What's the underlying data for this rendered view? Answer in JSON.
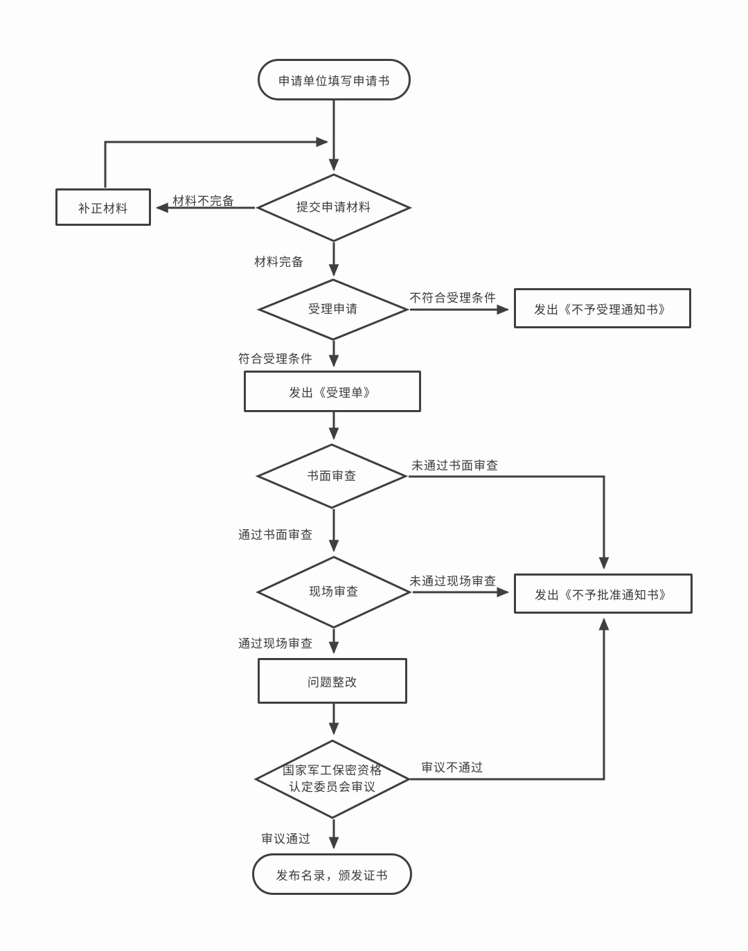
{
  "diagram": {
    "type": "flowchart",
    "colors": {
      "stroke": "#3f3f3f",
      "text": "#3a3a3a",
      "background": "#fdfdfd"
    },
    "nodes": {
      "start": {
        "type": "terminator",
        "label": "申请单位填写申请书"
      },
      "supplement": {
        "type": "process",
        "label": "补正材料"
      },
      "submit": {
        "type": "decision",
        "label": "提交申请材料"
      },
      "accept": {
        "type": "decision",
        "label": "受理申请"
      },
      "notice_no_accept": {
        "type": "process",
        "label": "发出《不予受理通知书》"
      },
      "issue_accept_form": {
        "type": "process",
        "label": "发出《受理单》"
      },
      "written_review": {
        "type": "decision",
        "label": "书面审查"
      },
      "onsite_review": {
        "type": "decision",
        "label": "现场审查"
      },
      "notice_no_approve": {
        "type": "process",
        "label": "发出《不予批准通知书》"
      },
      "rectify": {
        "type": "process",
        "label": "问题整改"
      },
      "committee": {
        "type": "decision",
        "label": "国家军工保密资格认定委员会审议",
        "label_lines": [
          "国家军工保密资格",
          "认定委员会审议"
        ]
      },
      "end": {
        "type": "terminator",
        "label": "发布名录，颁发证书"
      }
    },
    "edge_labels": {
      "materials_incomplete": "材料不完备",
      "materials_complete": "材料完备",
      "not_meet_conditions": "不符合受理条件",
      "meet_conditions": "符合受理条件",
      "fail_written_review": "未通过书面审查",
      "pass_written_review": "通过书面审查",
      "fail_onsite_review": "未通过现场审查",
      "pass_onsite_review": "通过现场审查",
      "review_not_passed": "审议不通过",
      "review_passed": "审议通过"
    }
  }
}
